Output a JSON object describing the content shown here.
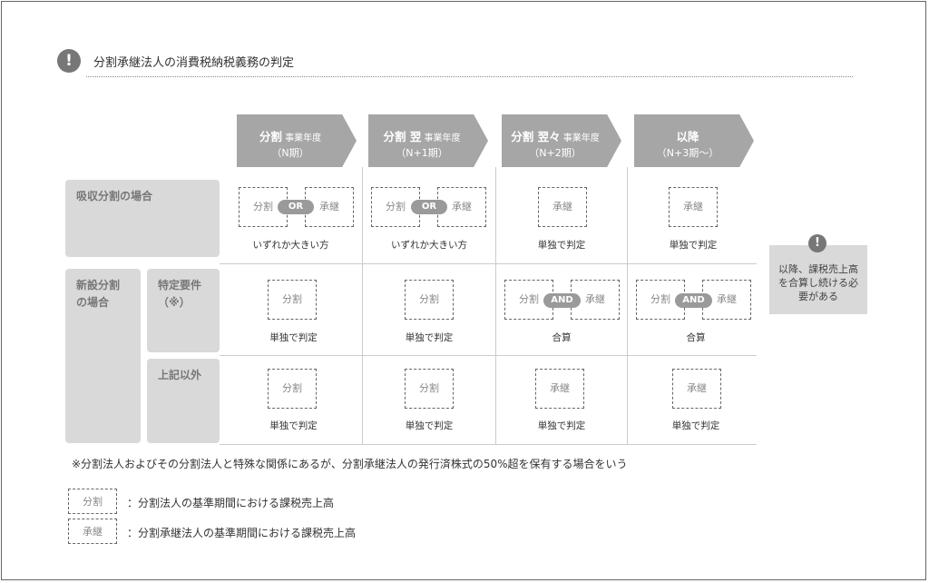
{
  "title": "分割承継法人の消費税納税義務の判定",
  "columns": [
    {
      "main": "分割",
      "sub": "事業年度",
      "period": "（N期）"
    },
    {
      "main": "分割 翌",
      "sub": "事業年度",
      "period": "（N+1期）"
    },
    {
      "main": "分割 翌々",
      "sub": "事業年度",
      "period": "（N+2期）"
    },
    {
      "main": "以降",
      "sub": "",
      "period": "（N+3期～）"
    }
  ],
  "rows": {
    "absorption": "吸収分割の場合",
    "new_split": "新設分割の場合",
    "specific": "特定要件（※）",
    "other": "上記以外"
  },
  "labels": {
    "bunkatsu": "分割",
    "shokei": "承継",
    "or": "OR",
    "and": "AND",
    "larger": "いずれか大きい方",
    "single": "単独で判定",
    "combined": "合算"
  },
  "callout": "以降、課税売上高を合算し続ける必要がある",
  "callout_icon": "exclamation-icon",
  "note": "※分割法人およびその分割法人と特殊な関係にあるが、分割承継法人の発行済株式の50%超を保有する場合をいう",
  "legend": [
    {
      "box": "分割",
      "text": "：分割法人の基準期間における課税売上高"
    },
    {
      "box": "承継",
      "text": "：分割承継法人の基準期間における課税売上高"
    }
  ],
  "colors": {
    "arrow": "#a6a6a6",
    "rowhead": "#d9d9d9",
    "pill": "#9a9a9a"
  }
}
